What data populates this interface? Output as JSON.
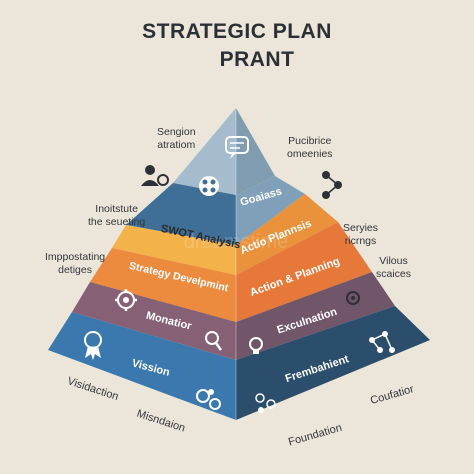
{
  "title": {
    "line1": "STRATEGIC PLAN",
    "line2": "PRANT"
  },
  "pyramid": {
    "tiers": [
      {
        "left_label": "",
        "right_label": "",
        "left_color": "#a4bccd",
        "right_color": "#7f9cb1",
        "icon": "chat-bubble-icon"
      },
      {
        "left_label": "",
        "right_label": "Goaiass",
        "left_color": "#3f6f96",
        "right_color": "#7fa0b8",
        "icon": "globe-icon"
      },
      {
        "left_label": "SWOT Analysis",
        "right_label": "Actio Plannsis",
        "left_color": "#f3b24a",
        "right_color": "#e9913b",
        "icon": ""
      },
      {
        "left_label": "Strategy Develpmint",
        "right_label": "Action & Planning",
        "left_color": "#ec8a3e",
        "right_color": "#e6793a",
        "icon": ""
      },
      {
        "left_label": "Monatior",
        "right_label": "Exculnation",
        "left_color": "#866175",
        "right_color": "#71566a",
        "icon": "gear-icon"
      },
      {
        "left_label": "Vission",
        "right_label": "Frembahient",
        "left_color": "#3b78ad",
        "right_color": "#2c4e6d",
        "icon": "award-ribbon-icon"
      }
    ],
    "watermark": "dreamstime"
  },
  "side_labels": {
    "top_left": [
      "Sengion",
      "atratiom"
    ],
    "top_right": [
      "Pucibrice",
      "omeenies"
    ],
    "mid_left_1": [
      "Inoitstute",
      "the seueting"
    ],
    "mid_right_1": [
      "Seryies",
      "ricrngs"
    ],
    "mid_left_2": [
      "Imppostating",
      "detiges"
    ],
    "mid_right_2": [
      "Vilous",
      "scaices"
    ],
    "bottom_left_1": "Visidaction",
    "bottom_left_2": "Misndaion",
    "bottom_right_1": "Foundation",
    "bottom_right_2": "Coufatior"
  }
}
